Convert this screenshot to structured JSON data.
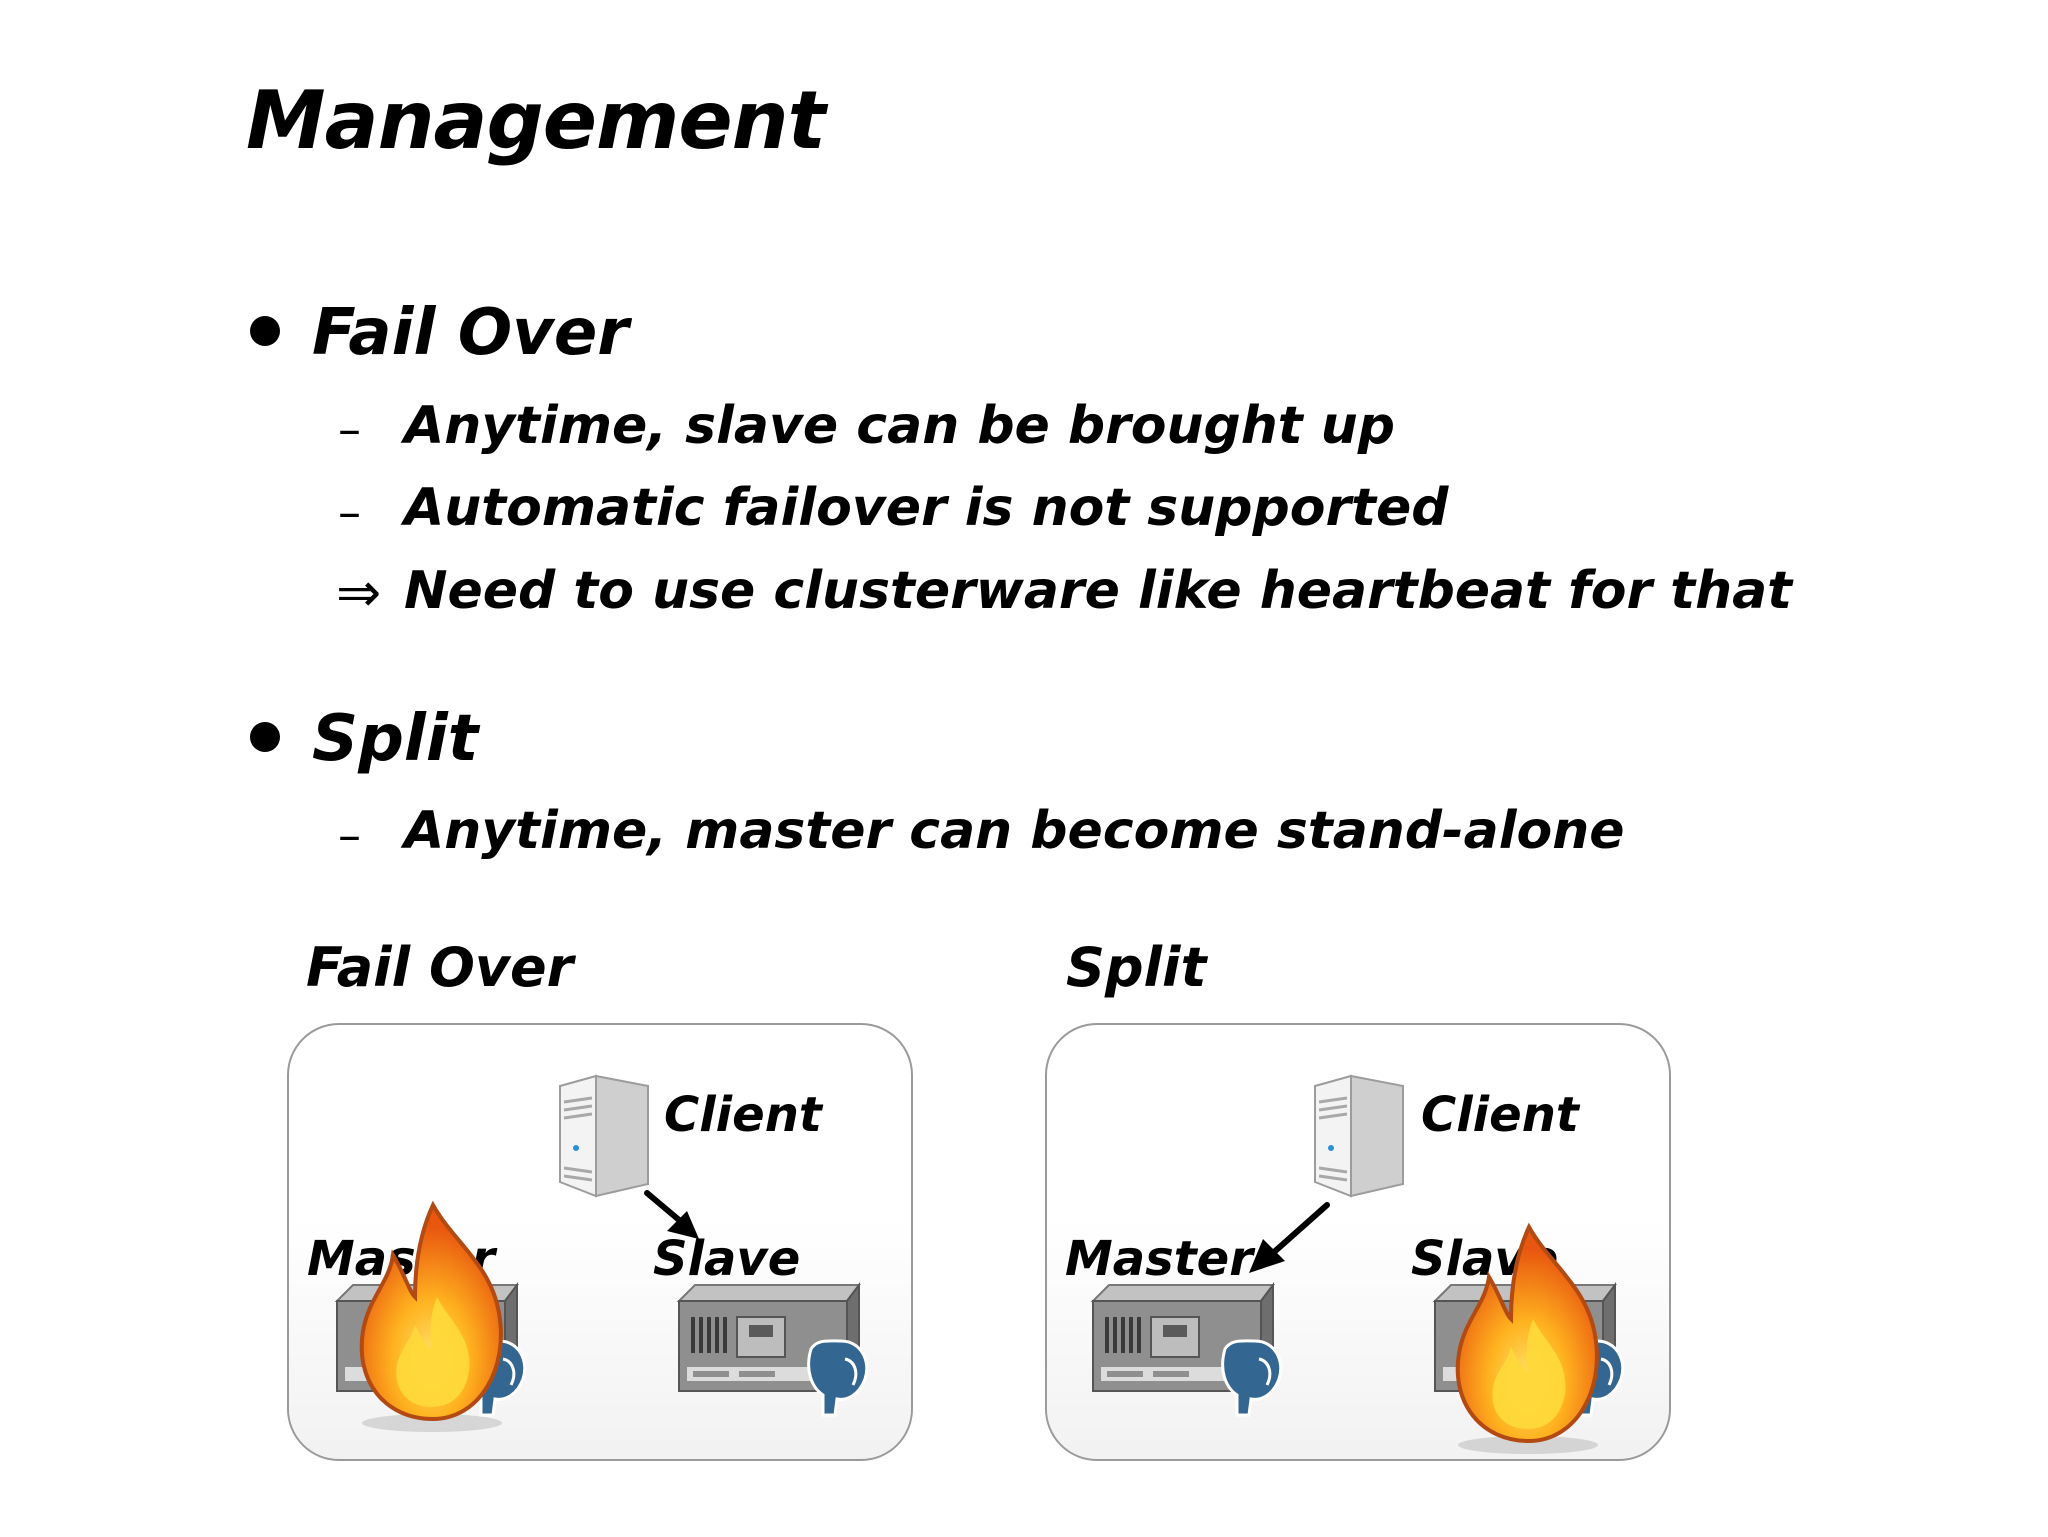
{
  "slide": {
    "title": "Management"
  },
  "bullets": [
    {
      "label": "Fail Over",
      "items": [
        {
          "marker": "–",
          "text": "Anytime, slave can be brought up"
        },
        {
          "marker": "–",
          "text": "Automatic failover is not supported"
        },
        {
          "marker": "⇒",
          "text": "Need to use clusterware like heartbeat for that"
        }
      ]
    },
    {
      "label": "Split",
      "items": [
        {
          "marker": "–",
          "text": "Anytime, master can become stand-alone"
        }
      ]
    }
  ],
  "diagrams": {
    "failover": {
      "caption": "Fail Over",
      "client_label": "Client",
      "master_label": "Master",
      "slave_label": "Slave",
      "failed_node": "master"
    },
    "split": {
      "caption": "Split",
      "client_label": "Client",
      "master_label": "Master",
      "slave_label": "Slave",
      "failed_node": "slave"
    }
  },
  "icons": {
    "client": "server-tower-icon",
    "database": "database-server-icon",
    "postgres": "postgresql-elephant-icon",
    "failure": "fire-icon",
    "connection": "arrow-icon"
  },
  "colors": {
    "text": "#000000",
    "panel_border": "#9a9a9a",
    "elephant": "#336791",
    "flame_outer": "#e8560f",
    "flame_inner": "#ffd83a"
  }
}
